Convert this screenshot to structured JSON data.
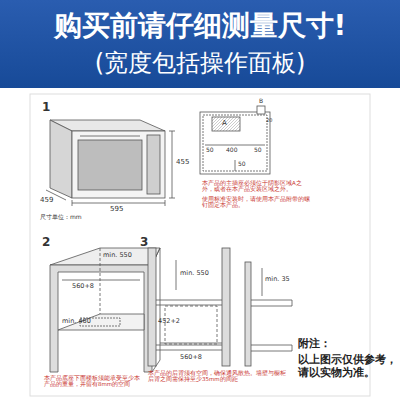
{
  "diagram": {
    "title": "购买前请仔细测量尺寸!",
    "labels": [
      "(宽度包括操作面板)",
      "1",
      "455",
      "459",
      "595",
      "尺寸单位：mm",
      "B",
      "A",
      "20",
      "50",
      "400",
      "50",
      "50",
      "本产品的主插座必须位于阴影区域A之外，或者在本产品安装区域之外。",
      "使用标准安装时，请使用本产品附带的螺钉固定本产品。",
      "2",
      "min. 550",
      "560+8",
      "min. 460",
      "本产品底座下面楼板须能承受至少本产品的重量，并留有8mm的空间",
      "3",
      "min. 550",
      "452+2",
      "560+8",
      "min. 35",
      "本产品的后背须有空间，确保通风散热。墙壁与橱柜后背之间需保持至少35mm的间距",
      "附注：",
      "以上图示仅供参考，请以实物为准。"
    ]
  }
}
